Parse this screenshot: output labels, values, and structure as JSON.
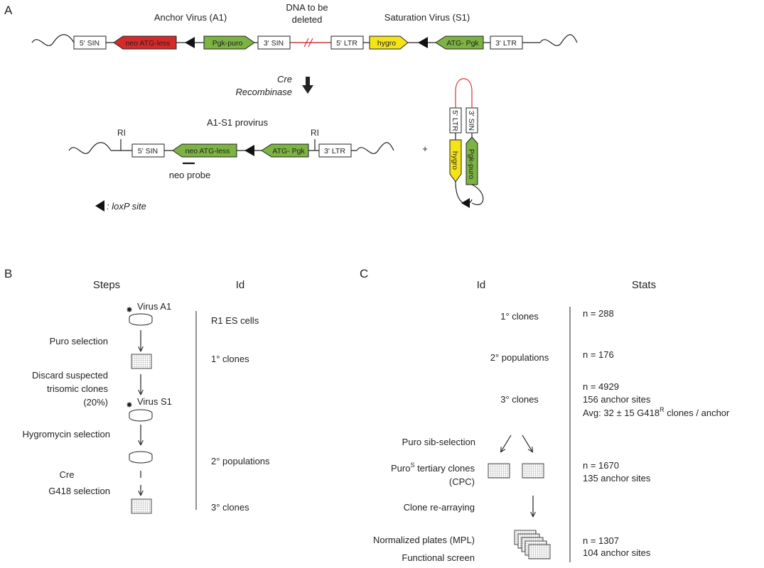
{
  "panel_a": {
    "label": "A",
    "anchor_label": "Anchor Virus (A1)",
    "dna_label_1": "DNA to be",
    "dna_label_2": "deleted",
    "saturation_label": "Saturation Virus (S1)",
    "top": {
      "sin5": "5' SIN",
      "neo": "neo ATG-less",
      "pgk_puro": "Pgk-puro",
      "sin3": "3' SIN",
      "ltr5": "5' LTR",
      "hygro": "hygro",
      "atg_pgk": "ATG- Pgk",
      "ltr3": "3' LTR"
    },
    "cre_1": "Cre",
    "cre_2": "Recombinase",
    "provirus_label": "A1-S1 provirus",
    "ri": "RI",
    "neo_probe": "neo probe",
    "plus": "+",
    "loxp_legend": ": loxP site"
  },
  "panel_b": {
    "label": "B",
    "steps_header": "Steps",
    "id_header": "Id",
    "virus_a1": "Virus A1",
    "virus_s1": "Virus S1",
    "steps": [
      "Puro selection",
      "Discard suspected",
      "trisomic clones",
      "(20%)",
      "Hygromycin selection",
      "Cre",
      "G418 selection"
    ],
    "ids": [
      "R1 ES cells",
      "1° clones",
      "2° populations",
      "3° clones"
    ]
  },
  "panel_c": {
    "label": "C",
    "id_header": "Id",
    "stats_header": "Stats",
    "ids": [
      "1° clones",
      "2° populations",
      "3° clones"
    ],
    "stats": [
      "n = 288",
      "n = 176",
      "n = 4929",
      "156 anchor sites",
      "n = 1670",
      "135 anchor sites",
      "n = 1307",
      "104 anchor sites"
    ],
    "avg": {
      "prefix": "Avg: 32  ± 15 G418",
      "sup": "R",
      "suffix": " clones / anchor"
    },
    "puro_sib": "Puro sib-selection",
    "puros": {
      "prefix": "Puro",
      "sup": "S",
      "suffix": " tertiary clones"
    },
    "cpc": "(CPC)",
    "rearray": "Clone re-arraying",
    "normalized": "Normalized plates (MPL)",
    "functional": "Functional screen"
  },
  "colors": {
    "neo_red": "#d42a2a",
    "gene_green": "#7cb342",
    "hygro_yellow": "#f5e31a",
    "deleted_dna_red": "#dd3333"
  }
}
